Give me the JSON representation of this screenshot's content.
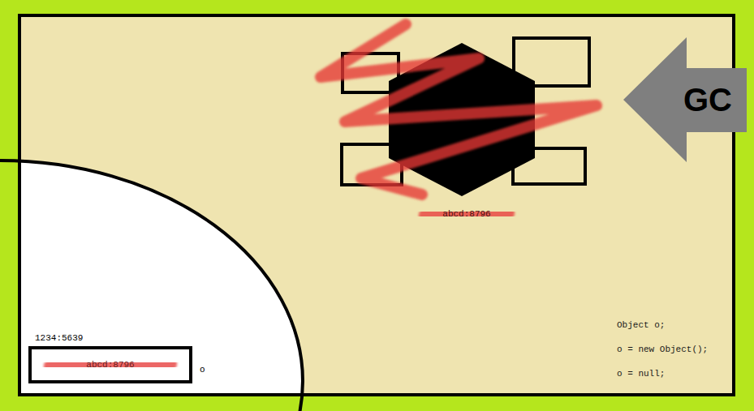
{
  "diagram": {
    "nodes": [
      {
        "text": [
          "1234:5639"
        ]
      },
      {
        "text": [
          "abcd:8796",
          "o"
        ],
        "in": 0
      },
      {
        "text": [
          "abcd:8796"
        ]
      },
      {
        "text": [
          "GC"
        ]
      }
    ],
    "labels": [
      "Object o;",
      "o = new Object();",
      "o = null;"
    ]
  }
}
